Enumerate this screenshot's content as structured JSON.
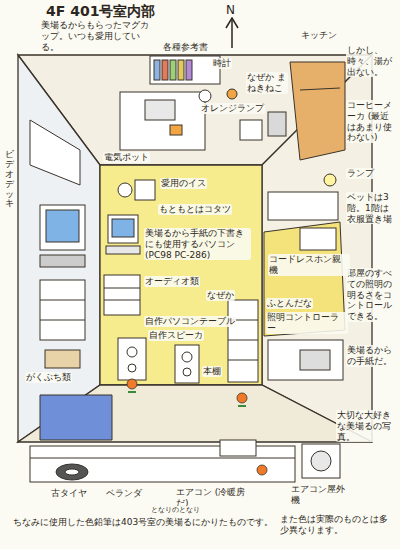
{
  "diagram": {
    "title": "4F 401号室内部",
    "caption": "ちなみに使用した色鉛筆は403号室の美場るにかりたものです。",
    "labels": [
      "N",
      "美場るからもらったマグカップ。いつも愛用している。",
      "各種参考書",
      "時計",
      "オレンジランプ",
      "なぜか まねきねこ",
      "キッチン",
      "しかし、時々、湯が出ない。",
      "コーヒーメーカ (最近はあまり使わない)",
      "ランプ",
      "ベットは3階。1階は衣服置き場",
      "部屋のすべての照明の明るさをコントロールできる。",
      "美場るからの手紙だ。",
      "大切な大好きな美場るの写真。",
      "ビデオデッキ",
      "がくぶち類",
      "電気ポット",
      "愛用のイス",
      "もともとはコタツ",
      "美場るから手紙の下書きにも使用するパソコン(PC98 PC-286)",
      "オーディオ類",
      "自作パソコンテーブル",
      "なぜか",
      "自作スピーカ",
      "本棚",
      "ふとんだな",
      "照明コントローラー",
      "コードレスホン親機",
      "エアコン (冷暖房だ)",
      "エアコン屋外機",
      "古タイヤ",
      "ベランダ",
      "となりのとなり",
      "また色は実際のものとは多少異なります。"
    ]
  }
}
